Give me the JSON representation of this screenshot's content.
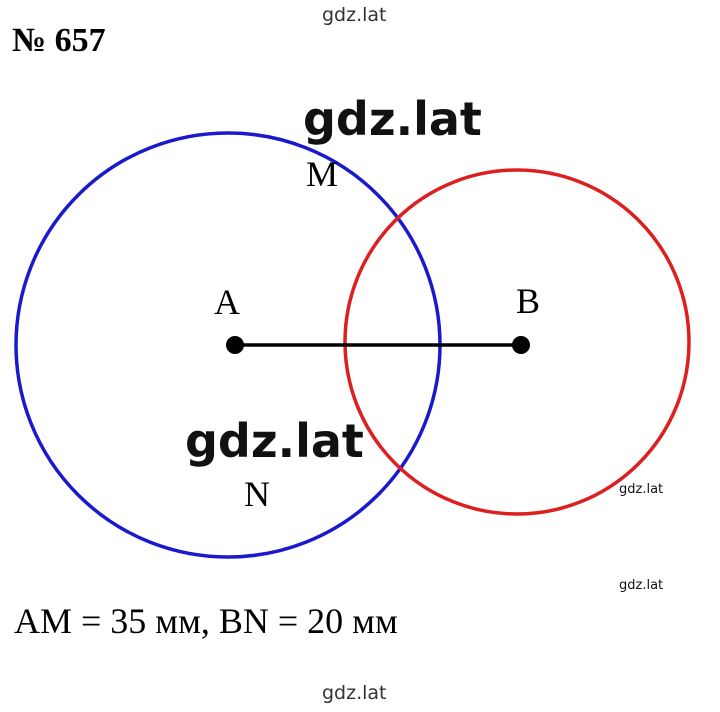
{
  "problem_number": "№ 657",
  "points": {
    "A": "A",
    "B": "B",
    "M": "M",
    "N": "N"
  },
  "given_text": "AM = 35 мм, BN = 20 мм",
  "watermarks": {
    "top": "gdz.lat",
    "big_1": "gdz.lat",
    "big_2": "gdz.lat",
    "small_1": "gdz.lat",
    "small_2": "gdz.lat",
    "bottom": "gdz.lat"
  },
  "colors": {
    "circle_a": "#1a1acc",
    "circle_b": "#dd1f1f",
    "segment": "#000000"
  }
}
